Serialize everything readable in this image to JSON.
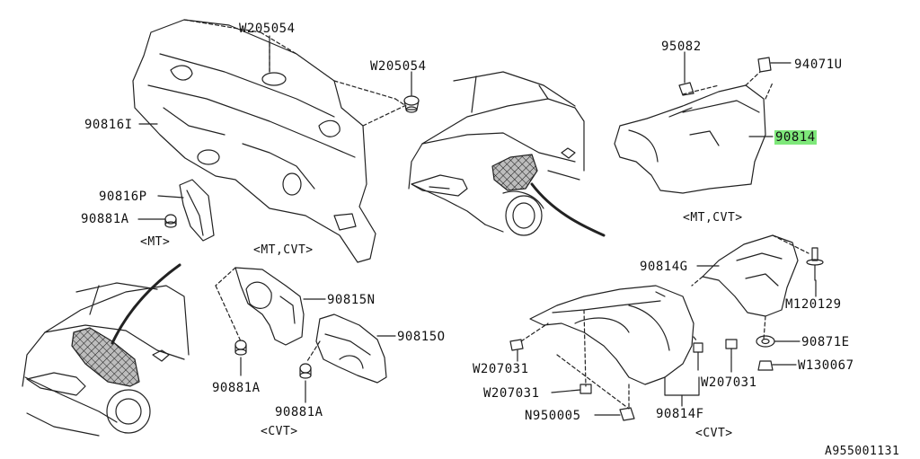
{
  "diagram": {
    "reference_code": "A955001131",
    "highlight_color": "#7ee87a",
    "part_labels": [
      {
        "id": "w205054-a",
        "text": "W205054"
      },
      {
        "id": "w205054-b",
        "text": "W205054"
      },
      {
        "id": "p95082",
        "text": "95082"
      },
      {
        "id": "p94071u",
        "text": "94071U"
      },
      {
        "id": "p90816i",
        "text": "90816I"
      },
      {
        "id": "p90814",
        "text": "90814",
        "highlighted": true
      },
      {
        "id": "p90816p",
        "text": "90816P"
      },
      {
        "id": "p90881a-a",
        "text": "90881A"
      },
      {
        "id": "p90815n",
        "text": "90815N"
      },
      {
        "id": "p90815o",
        "text": "90815O"
      },
      {
        "id": "p90881a-b",
        "text": "90881A"
      },
      {
        "id": "p90881a-c",
        "text": "90881A"
      },
      {
        "id": "p90814g",
        "text": "90814G"
      },
      {
        "id": "m120129",
        "text": "M120129"
      },
      {
        "id": "p90871e",
        "text": "90871E"
      },
      {
        "id": "w130067",
        "text": "W130067"
      },
      {
        "id": "w207031-a",
        "text": "W207031"
      },
      {
        "id": "w207031-b",
        "text": "W207031"
      },
      {
        "id": "w207031-c",
        "text": "W207031"
      },
      {
        "id": "n950005",
        "text": "N950005"
      },
      {
        "id": "p90814f",
        "text": "90814F"
      }
    ],
    "notes": [
      {
        "id": "note-mt",
        "text": "<MT>"
      },
      {
        "id": "note-mt-cvt-1",
        "text": "<MT,CVT>"
      },
      {
        "id": "note-mt-cvt-2",
        "text": "<MT,CVT>"
      },
      {
        "id": "note-cvt-1",
        "text": "<CVT>"
      },
      {
        "id": "note-cvt-2",
        "text": "<CVT>"
      }
    ]
  }
}
